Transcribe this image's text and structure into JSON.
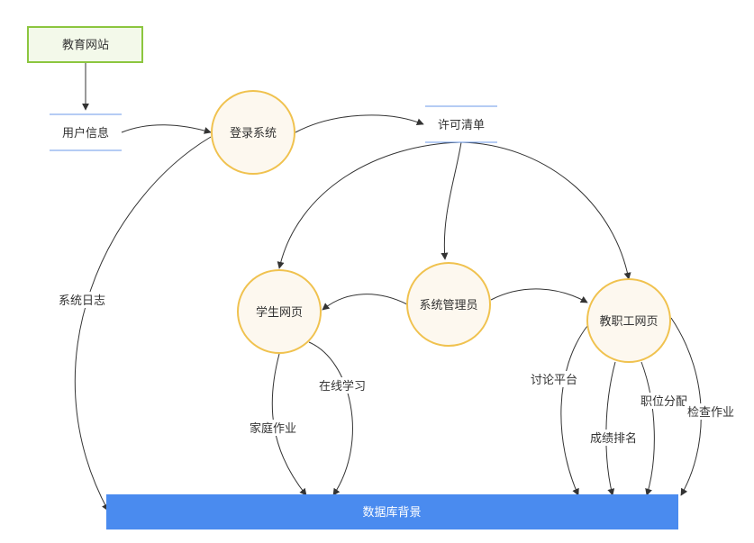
{
  "nodes": {
    "website": "教育网站",
    "user_info": "用户信息",
    "login": "登录系统",
    "permission_list": "许可清单",
    "student_page": "学生网页",
    "admin": "系统管理员",
    "staff_page": "教职工网页",
    "database": "数据库背景"
  },
  "edge_labels": {
    "system_log": "系统日志",
    "homework": "家庭作业",
    "online_learning": "在线学习",
    "discussion": "讨论平台",
    "grade_ranking": "成绩排名",
    "job_assignment": "职位分配",
    "check_homework": "检查作业"
  },
  "colors": {
    "website_border": "#8cc63f",
    "website_fill": "#f3f9ea",
    "circle_border": "#f0c24f",
    "circle_fill": "#fdf8ef",
    "datastore_line": "#6b9ae8",
    "database_fill": "#4a8bef",
    "edge": "#333333"
  }
}
